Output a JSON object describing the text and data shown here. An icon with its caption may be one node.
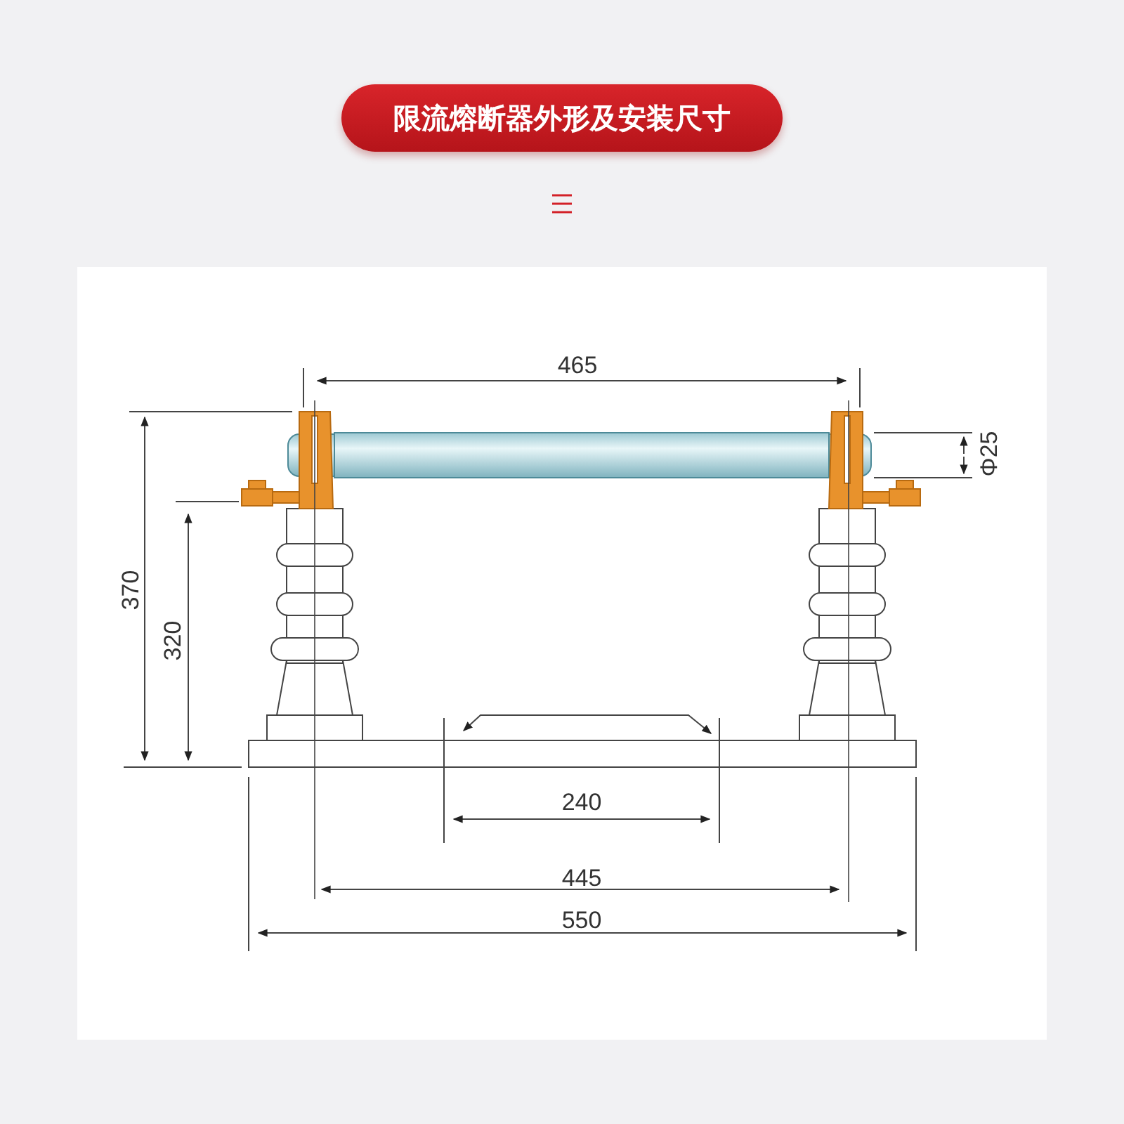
{
  "diagram": {
    "title": "限流熔断器外形及安装尺寸",
    "labels": [
      "465",
      "Φ25",
      "370",
      "320",
      "240",
      "445",
      "550"
    ]
  }
}
